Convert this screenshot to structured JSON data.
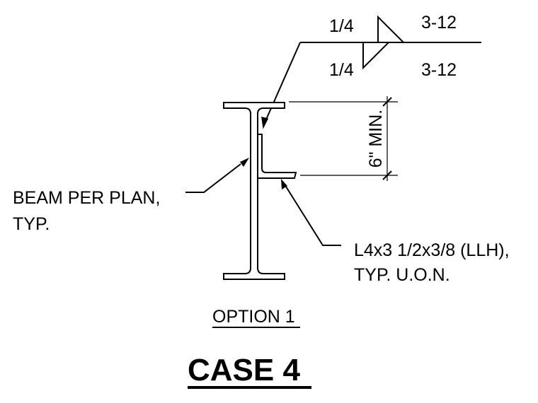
{
  "weld": {
    "arrow_side_size": "1/4",
    "arrow_side_length_pitch": "3-12",
    "other_side_size": "1/4",
    "other_side_length_pitch": "3-12"
  },
  "dimension": {
    "text": "6\" MIN."
  },
  "beam_note": {
    "line1": "BEAM PER PLAN,",
    "line2": "TYP."
  },
  "angle_note": {
    "line1": "L4x3 1/2x3/8 (LLH),",
    "line2": "TYP. U.O.N."
  },
  "option_label": "OPTION 1",
  "case_title": "CASE 4",
  "colors": {
    "ink": "#000000",
    "background": "#ffffff"
  }
}
